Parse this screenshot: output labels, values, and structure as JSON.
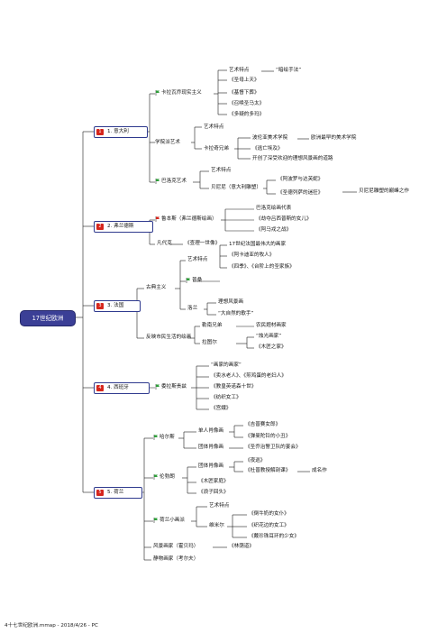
{
  "root": "17世纪欧洲",
  "footer": "4十七世纪欧洲.mmap - 2018/4/26 - PC",
  "italy": {
    "title": "1. 意大利",
    "priority": "1",
    "caravaggio_school": "卡拉瓦乔现实主义",
    "features": "艺术特点",
    "features_value": "“暗绘手法”",
    "works": [
      "《圣母上天》",
      "《基督下葬》",
      "《召唤圣马太》",
      "《多疑的多玛》"
    ],
    "academy": "学院派艺术",
    "academy_features": "艺术特点",
    "carracci": "卡拉奇兄弟",
    "carracci_items": [
      "波伦亚美术学院",
      "《逃亡埃及》",
      "开创了深受欢迎的理想风景画的道路"
    ],
    "carracci_note": "欧洲最早的美术学院",
    "baroque": "巴洛克艺术",
    "baroque_features": "艺术特点",
    "bernini": "贝尼尼（意大利雕塑）",
    "bernini_works": [
      "《阿波罗与达芙妮》",
      "《圣德列萨的迷狂》"
    ],
    "bernini_note": "贝尼尼雕塑的巅峰之作"
  },
  "flanders": {
    "title": "2. 弗兰德斯",
    "priority": "2",
    "rubens": "鲁本斯（弗兰德斯绘画）",
    "rubens_items": [
      "巴洛克绘画代表",
      "《劫夺吕西普斯的女儿》",
      "《阿马戎之战》"
    ],
    "vandyck": "凡代克",
    "vandyck_work": "《查理一世像》"
  },
  "france": {
    "title": "3. 法国",
    "priority": "3",
    "classicism": "古典主义",
    "features": "艺术特点",
    "poussin": "普桑",
    "poussin_items": [
      "17世纪法国最伟大的画家",
      "《阿卡迪亚的牧人》",
      "《四季》、《台阶上的圣家族》"
    ],
    "lorrain": "洛兰",
    "lorrain_items": [
      "理想风景画",
      "“大自然的歌手”"
    ],
    "realism": "反映市民生活的绘画",
    "lenain": "勒南兄弟",
    "lenain_note": "农民题材画家",
    "latour": "拉图尔",
    "latour_items": [
      "“烛光画家”",
      "《木匠之家》"
    ]
  },
  "spain": {
    "title": "4. 西班牙",
    "priority": "4",
    "velazquez": "委拉斯贵兹",
    "items": [
      "“画家的画家”",
      "《卖水老人》、《煎鸡蛋的老妇人》",
      "《教皇英诺森十世》",
      "《纺织女工》",
      "《宫娥》"
    ]
  },
  "netherlands": {
    "title": "5. 荷兰",
    "priority": "5",
    "hals": "哈尔斯",
    "single_portrait": "单人肖像画",
    "single_works": [
      "《吉普赛女郎》",
      "《弹曼陀铃的小丑》"
    ],
    "group_portrait": "团体肖像画",
    "group_work": "《圣乔治警卫队的宴会》",
    "rembrandt": "伦勃朗",
    "rembrandt_group": "团体肖像画",
    "rembrandt_group_works": [
      "《夜巡》",
      "《杜普教授解剖课》"
    ],
    "rembrandt_note": "成名作",
    "rembrandt_other": [
      "《木匠家庭》",
      "《浪子回头》"
    ],
    "little_masters": "荷兰小画派",
    "lm_features": "艺术特点",
    "vermeer": "维米尔",
    "vermeer_works": [
      "《倒牛奶的女仆》",
      "《织花边的女工》",
      "《戴珍珠耳环的少女》"
    ],
    "landscape": "风景画家（霍贝玛）",
    "landscape_work": "《林荫道》",
    "stilllife": "静物画家（考尔夫）"
  },
  "colors": {
    "line": "#1c1c1c",
    "root_fill": "#3b3f96",
    "priority": "#d6261c",
    "flag_green": "#2f9e3a",
    "flag_red": "#d6261c"
  }
}
